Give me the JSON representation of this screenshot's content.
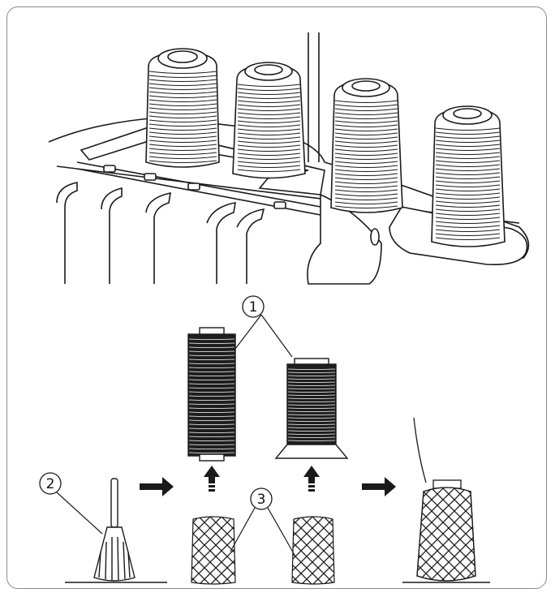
{
  "labels": {
    "callout_1": "1",
    "callout_2": "2",
    "callout_3": "3"
  },
  "colors": {
    "line": "#1a1a1a",
    "spool_fill": "#1e1e1e",
    "paper": "#ffffff",
    "frame_border": "#8a8a8a"
  },
  "icons": {
    "arrow": "right-arrow",
    "up_arrow": "up-arrow"
  }
}
